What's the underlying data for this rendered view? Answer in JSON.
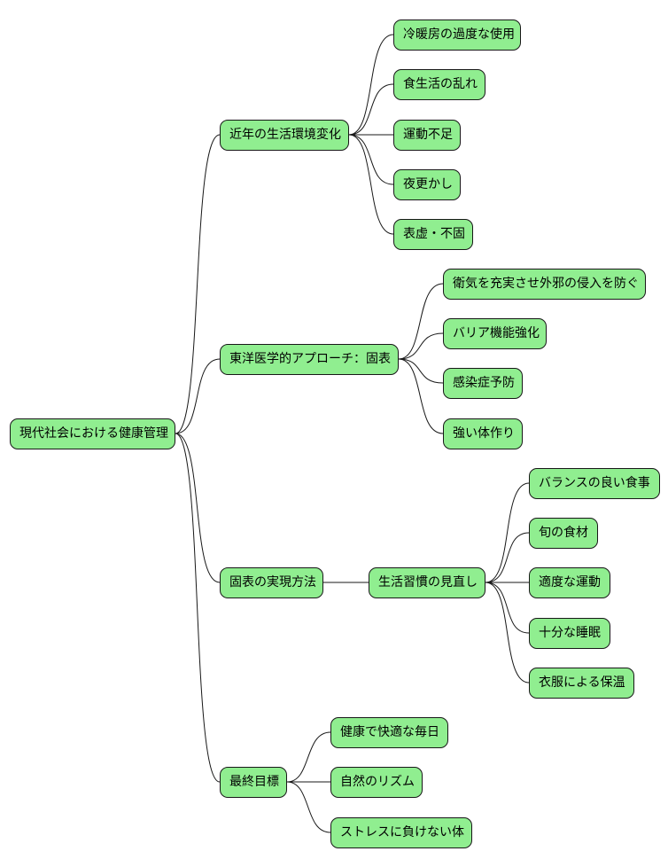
{
  "mindmap": {
    "root": {
      "label": "現代社会における健康管理",
      "children": [
        {
          "label": "近年の生活環境変化",
          "children": [
            {
              "label": "冷暖房の過度な使用"
            },
            {
              "label": "食生活の乱れ"
            },
            {
              "label": "運動不足"
            },
            {
              "label": "夜更かし"
            },
            {
              "label": "表虚・不固"
            }
          ]
        },
        {
          "label": "東洋医学的アプローチ：固表",
          "children": [
            {
              "label": "衛気を充実させ外邪の侵入を防ぐ"
            },
            {
              "label": "バリア機能強化"
            },
            {
              "label": "感染症予防"
            },
            {
              "label": "強い体作り"
            }
          ]
        },
        {
          "label": "固表の実現方法",
          "children": [
            {
              "label": "生活習慣の見直し",
              "children": [
                {
                  "label": "バランスの良い食事"
                },
                {
                  "label": "旬の食材"
                },
                {
                  "label": "適度な運動"
                },
                {
                  "label": "十分な睡眠"
                },
                {
                  "label": "衣服による保温"
                }
              ]
            }
          ]
        },
        {
          "label": "最終目標",
          "children": [
            {
              "label": "健康で快適な毎日"
            },
            {
              "label": "自然のリズム"
            },
            {
              "label": "ストレスに負けない体"
            }
          ]
        }
      ]
    }
  }
}
